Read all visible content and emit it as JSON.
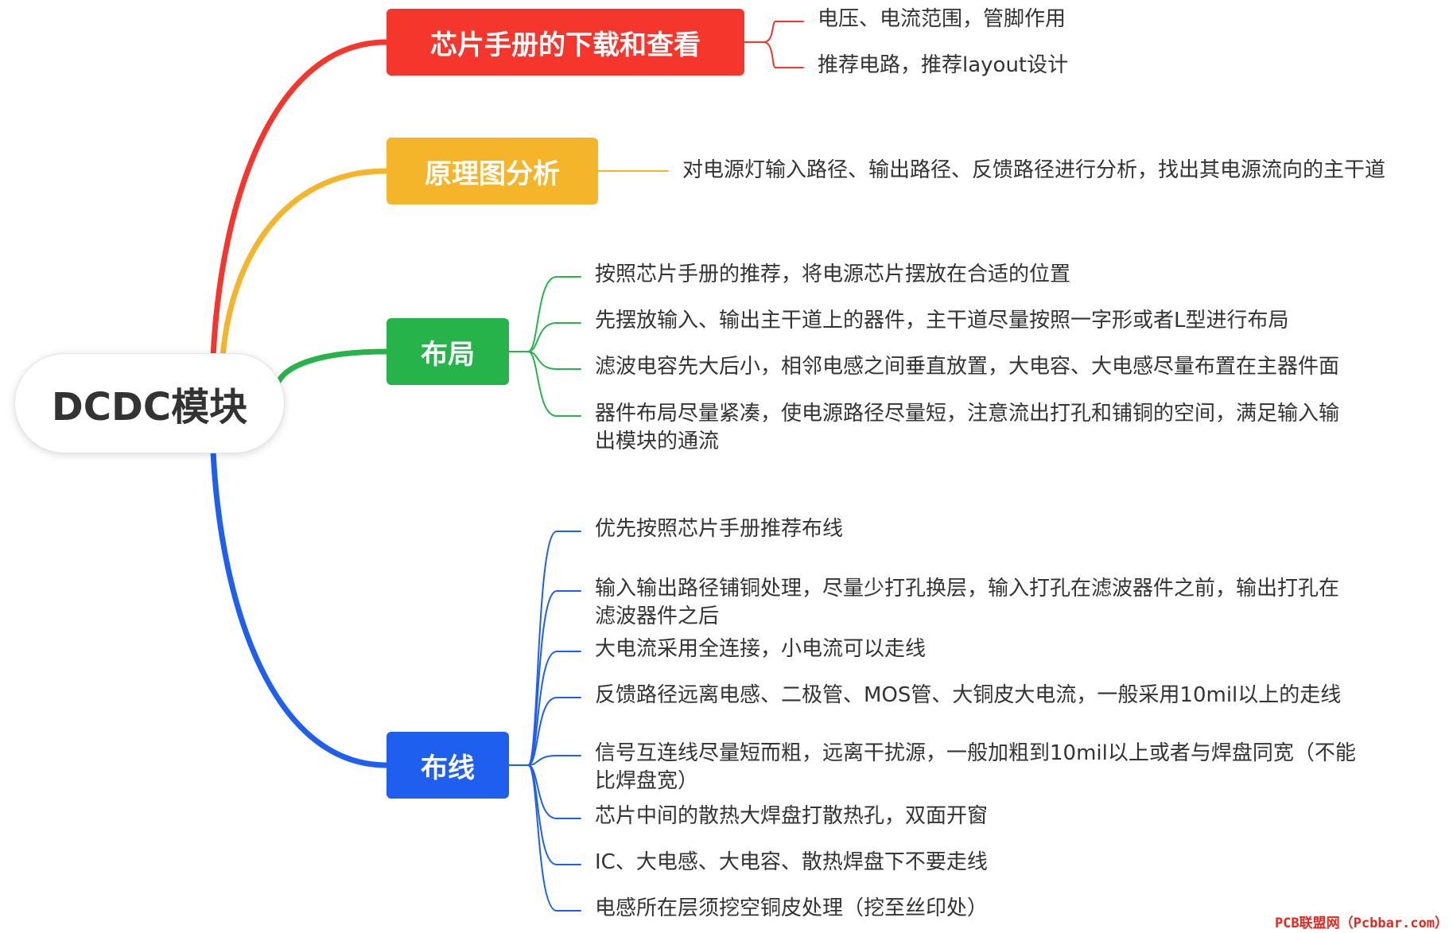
{
  "root": {
    "label": "DCDC模块"
  },
  "branches": [
    {
      "label": "芯片手册的下载和查看",
      "color": "#f4362d",
      "children": [
        "电压、电流范围，管脚作用",
        "推荐电路，推荐layout设计"
      ]
    },
    {
      "label": "原理图分析",
      "color": "#f5b52b",
      "children": [
        "对电源灯输入路径、输出路径、反馈路径进行分析，找出其电源流向的主干道"
      ]
    },
    {
      "label": "布局",
      "color": "#25b34a",
      "children": [
        "按照芯片手册的推荐，将电源芯片摆放在合适的位置",
        "先摆放输入、输出主干道上的器件，主干道尽量按照一字形或者L型进行布局",
        "滤波电容先大后小，相邻电感之间垂直放置，大电容、大电感尽量布置在主器件面",
        "器件布局尽量紧凑，使电源路径尽量短，注意流出打孔和铺铜的空间，满足输入输\n出模块的通流"
      ]
    },
    {
      "label": "布线",
      "color": "#1f5ff0",
      "children": [
        "优先按照芯片手册推荐布线",
        "输入输出路径铺铜处理，尽量少打孔换层，输入打孔在滤波器件之前，输出打孔在\n滤波器件之后",
        "大电流采用全连接，小电流可以走线",
        "反馈路径远离电感、二极管、MOS管、大铜皮大电流，一般采用10mil以上的走线",
        "信号互连线尽量短而粗，远离干扰源，一般加粗到10mil以上或者与焊盘同宽（不能\n比焊盘宽）",
        "芯片中间的散热大焊盘打散热孔，双面开窗",
        "IC、大电感、大电容、散热焊盘下不要走线",
        "电感所在层须挖空铜皮处理（挖至丝印处）"
      ]
    }
  ],
  "watermark": "PCB联盟网（Pcbbar.com）"
}
